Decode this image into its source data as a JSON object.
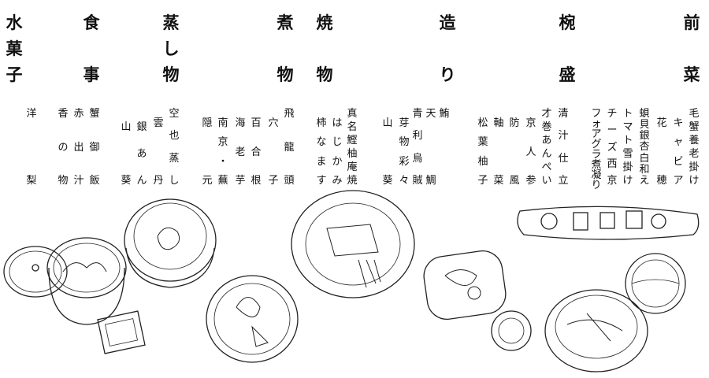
{
  "headings": {
    "zensai": [
      "前",
      "菜"
    ],
    "wanmori": [
      "椀",
      "盛"
    ],
    "tsukuri": [
      "造",
      "り"
    ],
    "yakimono": [
      "焼",
      "物"
    ],
    "nimono": [
      "煮",
      "物"
    ],
    "mushimono": [
      "蒸",
      "し",
      "物"
    ],
    "shokuji": [
      "食",
      "事"
    ],
    "mizugashi": [
      "水",
      "菓",
      "子"
    ]
  },
  "items": {
    "zensai": [
      "毛蟹養老掛け",
      "キャビア",
      "花穂",
      "蛽貝銀杏白和え",
      "トマト雪掛け",
      "チーズ西京",
      "フォアグラ煮凝り"
    ],
    "wanmori": [
      "清汁仕立",
      "才巻あんぺい",
      "京人参",
      "防風",
      "軸菜",
      "松葉柚子"
    ],
    "tsukuri": [
      "鮪",
      "天鯛",
      "青利烏賊",
      "芽物彩々",
      "山葵"
    ],
    "yakimono": [
      "真名鰹柚庵焼",
      "はじかみ",
      "柿なます"
    ],
    "nimono": [
      "飛龍頭",
      "穴子",
      "百合根",
      "海老芋",
      "南京・蕪",
      "隠元"
    ],
    "mushimono": [
      "空也蒸し",
      "雲丹",
      "銀あん",
      "山葵"
    ],
    "shokuji": [
      "蟹御飯",
      "赤出汁",
      "香の物"
    ],
    "mizugashi": [
      "洋梨"
    ]
  }
}
